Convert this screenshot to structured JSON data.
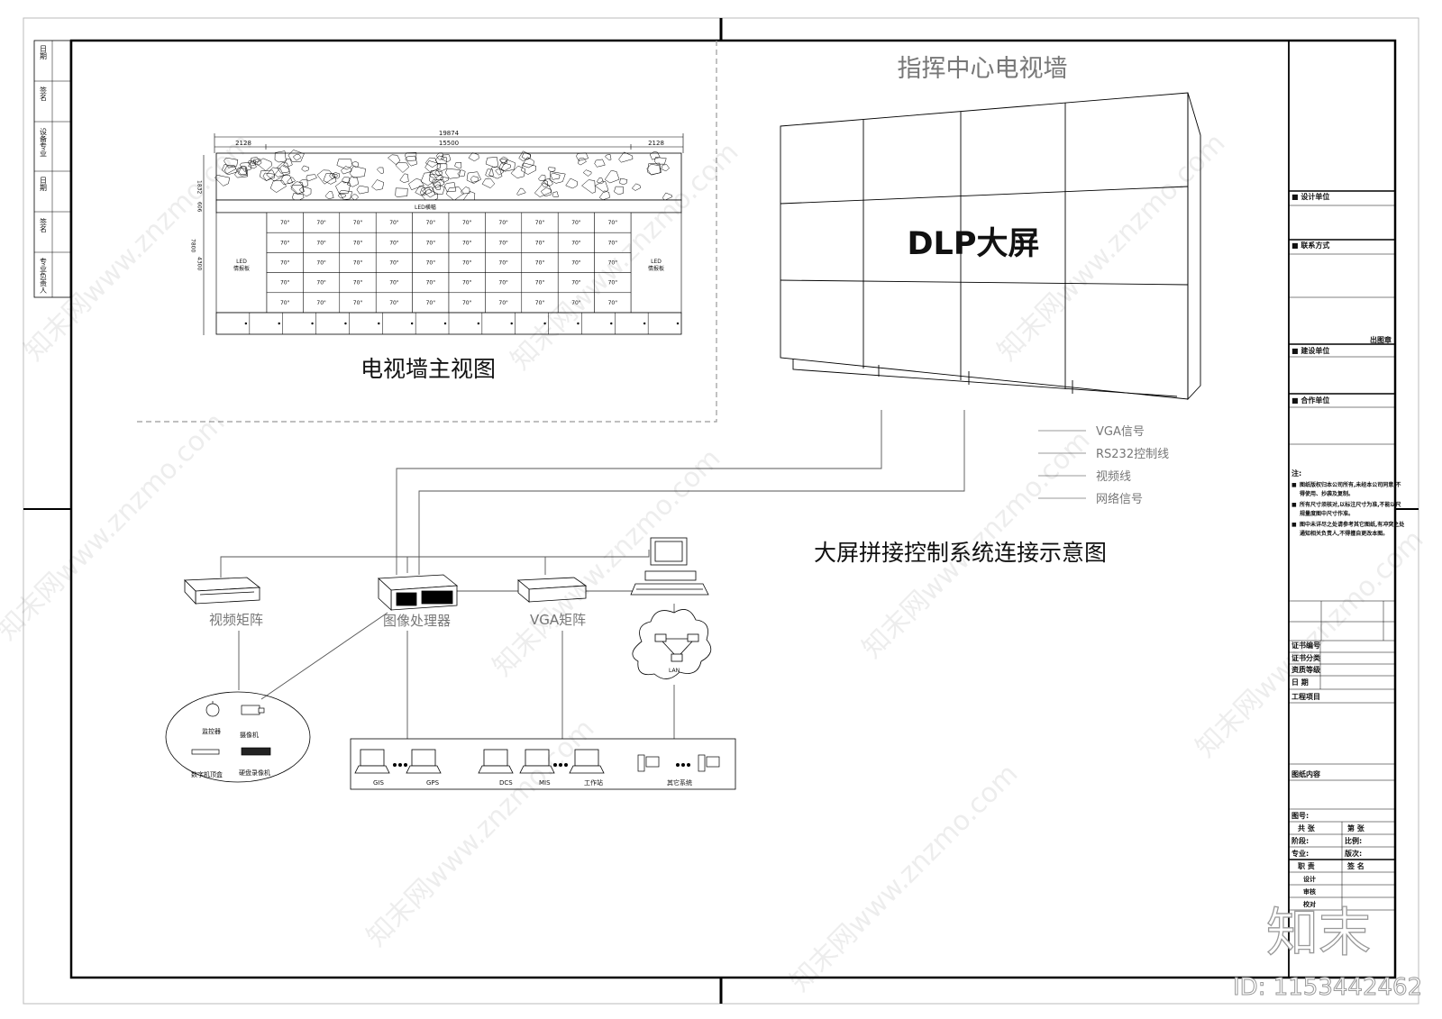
{
  "titles": {
    "tv_wall_title": "指挥中心电视墙",
    "dlp_label": "DLP大屏",
    "front_view_title": "电视墙主视图",
    "system_title": "大屏拼接控制系统连接示意图"
  },
  "front_view": {
    "dim_total": "19874",
    "dim_left": "2128",
    "dim_mid": "15500",
    "dim_right": "2128",
    "dim_side": [
      "1832",
      "606",
      "4300"
    ],
    "dim_height": "7800",
    "led_top": "LED横幅",
    "led_left": "LED\n情报板",
    "led_right": "LED\n情报板",
    "screen_size": "70\"",
    "rows": 5,
    "cols": 10
  },
  "legend": [
    "VGA信号",
    "RS232控制线",
    "视频线",
    "网络信号"
  ],
  "devices": {
    "video_matrix": "视频矩阵",
    "image_processor": "图像处理器",
    "vga_matrix": "VGA矩阵",
    "monitor": "监控器",
    "camera": "摄像机",
    "set_top_box": "数字机顶盒",
    "dvr": "硬盘录像机",
    "lan": "LAN",
    "gis": "GIS",
    "gps": "GPS",
    "dcs": "DCS",
    "mis": "MIS",
    "workstation": "工作站",
    "other_systems": "其它系统"
  },
  "title_block": {
    "design_unit": "■ 设计单位",
    "contact": "■ 联系方式",
    "print_stamp": "出图章",
    "builder": "■ 建设单位",
    "partner": "■ 合作单位",
    "notes_head": "注:",
    "notes": [
      "图纸版权归本公司所有,未经本公司同意,不得使用、抄袭及复制。",
      "所有尺寸须核对,以标注尺寸为准,不能以尺规量度图中尺寸作准。",
      "图中未详尽之处请参考其它图纸,有冲突之处通知相关负责人,不得擅自更改本图。"
    ],
    "cert_no": "证书编号",
    "cert_type": "证书分类",
    "qual_level": "资质等级",
    "date": "日  期",
    "project": "工程项目",
    "drawing_content": "图纸内容",
    "drawing_no": "图号:",
    "total": "共    张",
    "sheet": "第    张",
    "stage": "阶段:",
    "scale": "比例:",
    "discipline": "专业:",
    "version": "版次:",
    "role": "职  责",
    "sign": "签  名",
    "roles": [
      "设计",
      "审核",
      "校对"
    ]
  },
  "left_strip": [
    "日期",
    "签名",
    "设备专业",
    "日期",
    "签名",
    "专业负责人"
  ],
  "brand": "知末",
  "id_label": "ID: 1153442462",
  "watermark": "知末网www.znzmo.com"
}
